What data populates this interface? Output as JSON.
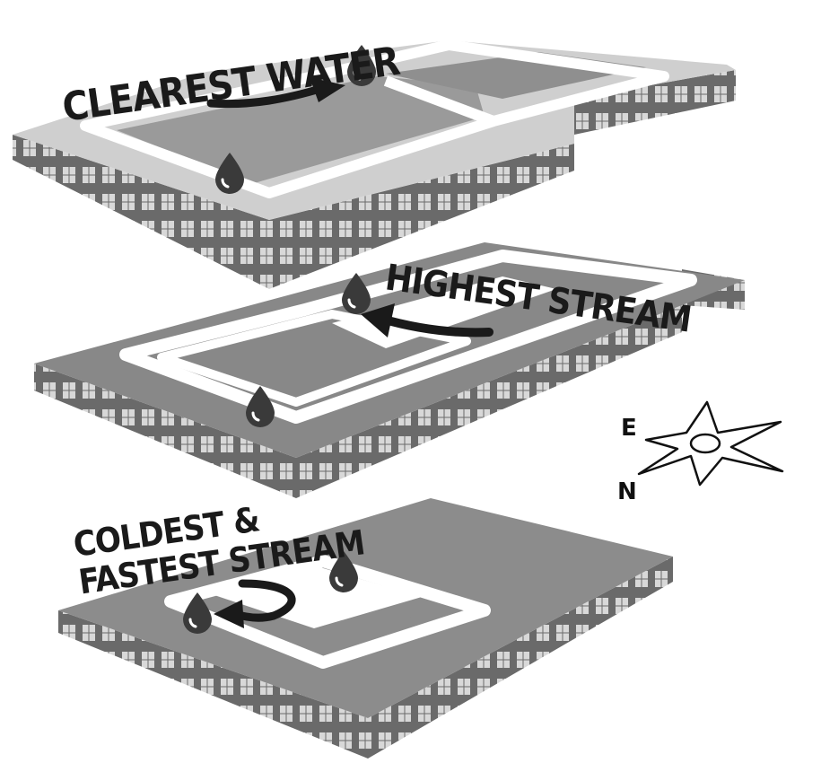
{
  "levels": [
    {
      "id": "top",
      "label_lines": [
        "CLEAREST WATER"
      ],
      "drops": 2
    },
    {
      "id": "middle",
      "label_lines": [
        "HIGHEST STREAM"
      ],
      "drops": 2
    },
    {
      "id": "bottom",
      "label_lines": [
        "COLDEST &",
        "FASTEST STREAM"
      ],
      "drops": 2
    }
  ],
  "compass": {
    "east": "E",
    "north": "N"
  },
  "colors": {
    "roof_top": "#cfcfcf",
    "roof_mid": "#888888",
    "roof_bottom": "#8c8c8c",
    "facade": "#5a5a5a",
    "path": "#ffffff",
    "ink": "#1a1a1a"
  }
}
